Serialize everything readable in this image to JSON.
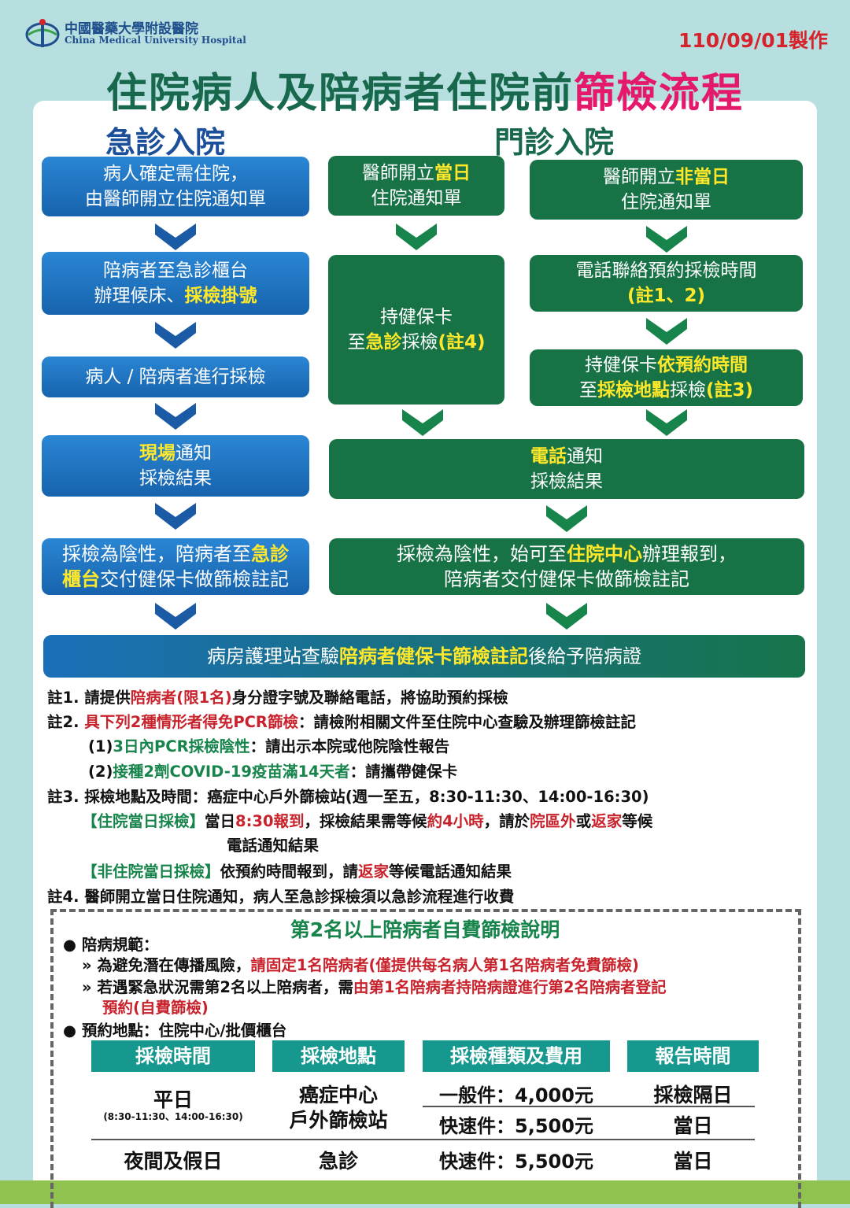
{
  "header": {
    "hospital_zh": "中國醫藥大學附設醫院",
    "hospital_en": "China Medical University Hospital",
    "date": "110/09/01製作",
    "title_main": "住院病人及陪病者住院前",
    "title_highlight": "篩檢流程"
  },
  "sections": {
    "emergency": "急診入院",
    "outpatient": "門診入院"
  },
  "emergency_flow": {
    "step1": [
      "病人確定需住院，",
      "由醫師開立住院通知單"
    ],
    "step2a": "陪病者至急診櫃台",
    "step2b": "辦理候床、",
    "step2c": "採檢掛號",
    "step3": "病人 / 陪病者進行採檢",
    "step4a": "現場",
    "step4b": "通知",
    "step4c": "採檢結果",
    "step5a": "採檢為陰性，陪病者至",
    "step5b": "急診",
    "step5c": "櫃台",
    "step5d": "交付健保卡做篩檢註記"
  },
  "same_day_flow": {
    "step1a": "醫師開立",
    "step1b": "當日",
    "step1c": "住院通知單",
    "step2a": "持健保卡",
    "step2b": "至",
    "step2c": "急診",
    "step2d": "採檢",
    "step2e": "(註4)"
  },
  "non_same_day_flow": {
    "step1a": "醫師開立",
    "step1b": "非當日",
    "step1c": "住院通知單",
    "step2a": "電話聯絡預約採檢時間",
    "step2b": "(註1、2)",
    "step3a": "持健保卡",
    "step3b": "依預約時間",
    "step3c": "至",
    "step3d": "採檢地點",
    "step3e": "採檢",
    "step3f": "(註3)"
  },
  "outpatient_result": {
    "a": "電話",
    "b": "通知",
    "c": "採檢結果"
  },
  "outpatient_negative": {
    "a": "採檢為陰性，始可至",
    "b": "住院中心",
    "c": "辦理報到，",
    "d": "陪病者交付健保卡做篩檢註記"
  },
  "final": {
    "a": "病房護理站查驗",
    "b": "陪病者健保卡篩檢註記",
    "c": "後給予陪病證"
  },
  "notes": {
    "n1a": "註1. 請提供",
    "n1b": "陪病者(限1名)",
    "n1c": "身分證字號及聯絡電話，將協助預約採檢",
    "n2a": "註2. ",
    "n2b": "具下列2種情形者得免PCR篩檢",
    "n2c": "：請檢附相關文件至住院中心查驗及辦理篩檢註記",
    "n2_1a": "(1)",
    "n2_1b": "3日內PCR採檢陰性",
    "n2_1c": "：請出示本院或他院陰性報告",
    "n2_2a": "(2)",
    "n2_2b": "接種2劑COVID-19疫苗滿14天者",
    "n2_2c": "：請攜帶健保卡",
    "n3": "註3. 採檢地點及時間：癌症中心戶外篩檢站(週一至五，8:30-11:30、14:00-16:30)",
    "n3_1a": "【住院當日採檢】",
    "n3_1b": "當日",
    "n3_1c": "8:30報到",
    "n3_1d": "，採檢結果需等候",
    "n3_1e": "約4小時",
    "n3_1f": "，請於",
    "n3_1g": "院區外",
    "n3_1h": "或",
    "n3_1i": "返家",
    "n3_1j": "等候",
    "n3_1k": "電話通知結果",
    "n3_2a": "【非住院當日採檢】",
    "n3_2b": "依預約時間報到，請",
    "n3_2c": "返家",
    "n3_2d": "等候電話通知結果",
    "n4": "註4. 醫師開立當日住院通知，病人至急診採檢須以急診流程進行收費"
  },
  "self_pay": {
    "title": "第2名以上陪病者自費篩檢說明",
    "rule_title": "陪病規範：",
    "rule1a": "為避免潛在傳播風險，",
    "rule1b": "請固定1名陪病者(僅提供每名病人第1名陪病者免費篩檢)",
    "rule2a": "若遇緊急狀況需第2名以上陪病者，需",
    "rule2b": "由第1名陪病者持陪病證進行第2名陪病者登記",
    "rule2c": "預約(自費篩檢)",
    "location": "預約地點：住院中心/批價櫃台"
  },
  "table": {
    "headers": [
      "採檢時間",
      "採檢地點",
      "採檢種類及費用",
      "報告時間"
    ],
    "weekday": "平日",
    "weekday_time": "(8:30-11:30、14:00-16:30)",
    "place1": "癌症中心",
    "place2": "戶外篩檢站",
    "fee1": "一般件：4,000元",
    "report1": "採檢隔日",
    "fee2": "快速件：5,500元",
    "report2": "當日",
    "night": "夜間及假日",
    "place3": "急診",
    "fee3": "快速件：5,500元",
    "report3": "當日"
  },
  "colors": {
    "blue": "#1763ad",
    "green": "#177246",
    "highlight_yellow": "#ffe82a",
    "title_green": "#17684c",
    "title_pink": "#e5196a",
    "teal_header": "#17988e"
  }
}
